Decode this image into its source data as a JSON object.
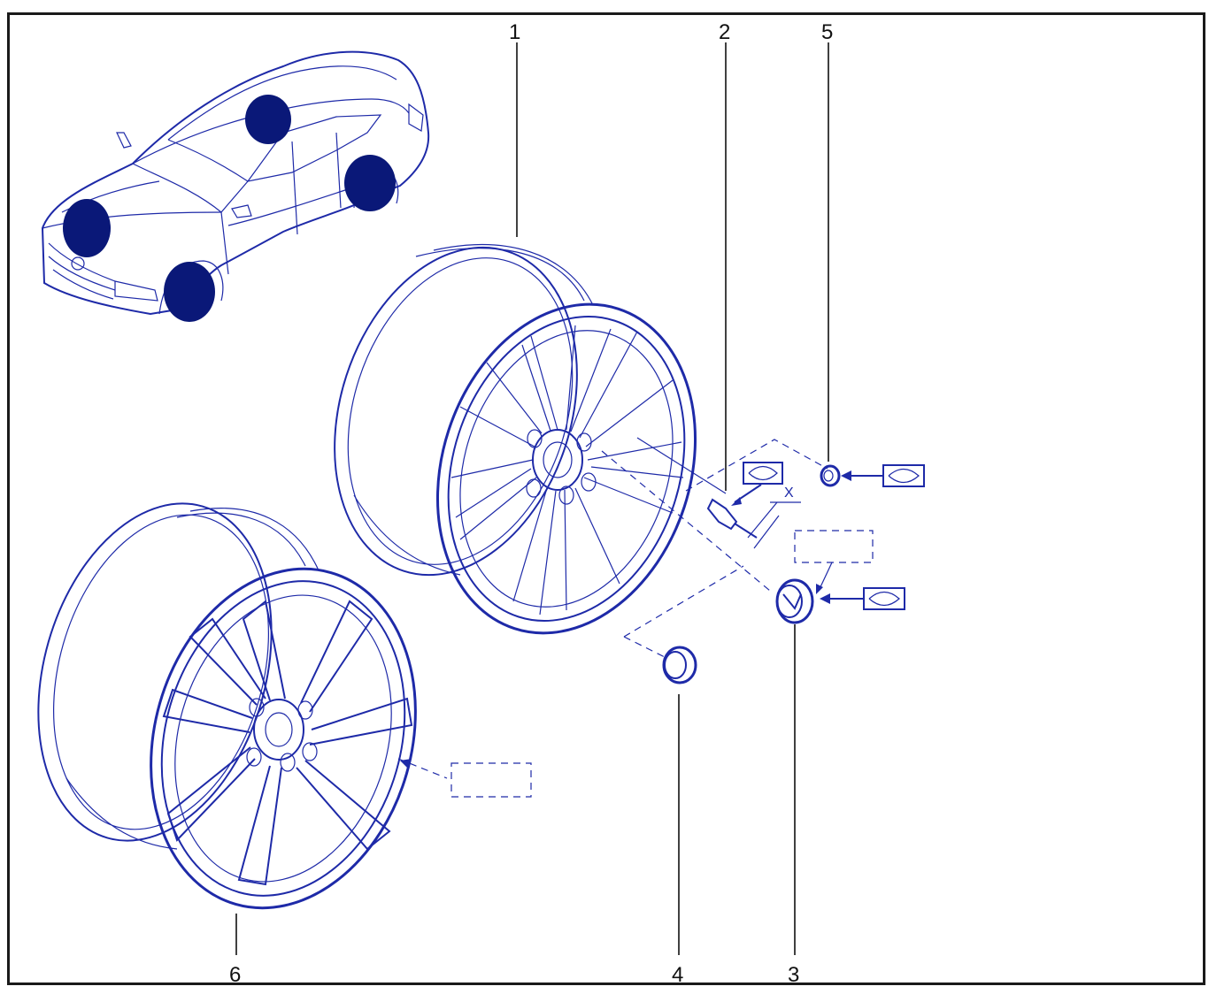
{
  "callouts": {
    "c1": "1",
    "c2": "2",
    "c3": "3",
    "c4": "4",
    "c5": "5",
    "c6": "6"
  },
  "dimension": {
    "x": "X"
  },
  "colors": {
    "line": "#1e2aa8",
    "highlight": "#0a1878",
    "frame": "#1a1a1a"
  },
  "icons": [
    "car-icon",
    "alloy-wheel-icon",
    "valve-icon",
    "center-cap-icon",
    "torque-spec-icon"
  ]
}
